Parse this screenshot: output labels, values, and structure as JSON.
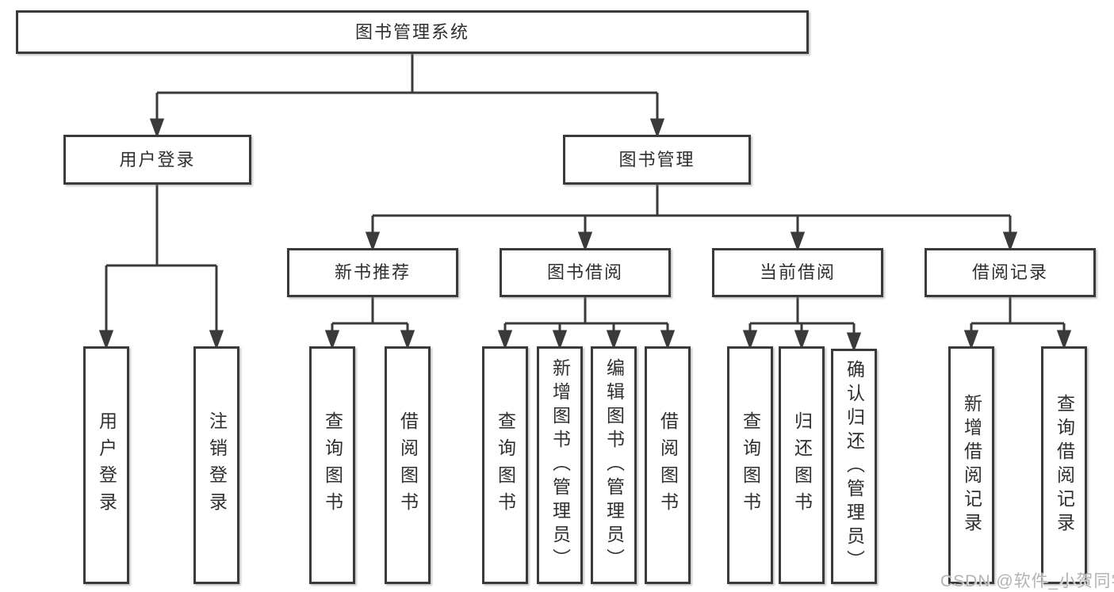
{
  "diagram": {
    "root": "图书管理系统",
    "branches": [
      {
        "label": "用户登录",
        "leaves": [
          "用户登录",
          "注销登录"
        ]
      },
      {
        "label": "图书管理",
        "groups": [
          {
            "label": "新书推荐",
            "leaves": [
              "查询图书",
              "借阅图书"
            ]
          },
          {
            "label": "图书借阅",
            "leaves": [
              "查询图书",
              "新增图书（管理员）",
              "编辑图书（管理员）",
              "借阅图书"
            ]
          },
          {
            "label": "当前借阅",
            "leaves": [
              "查询图书",
              "归还图书",
              "确认归还（管理员）"
            ]
          },
          {
            "label": "借阅记录",
            "leaves": [
              "新增借阅记录",
              "查询借阅记录"
            ]
          }
        ]
      }
    ]
  },
  "watermark": "CSDN @软件_小贺同学",
  "colors": {
    "line": "#3a3a3a",
    "text": "#2f2f2f",
    "watermark": "#b3b3b3",
    "background": "#ffffff"
  }
}
